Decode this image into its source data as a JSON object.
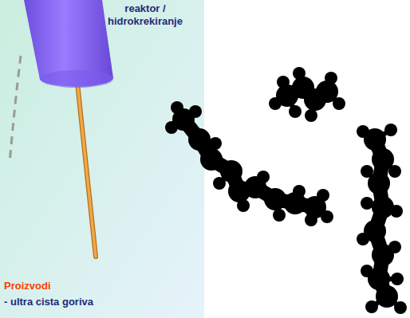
{
  "diagram": {
    "labels": [
      "reaktor / hidrokrekiranje",
      "Proizvodi",
      "- ultra cista goriva"
    ]
  }
}
